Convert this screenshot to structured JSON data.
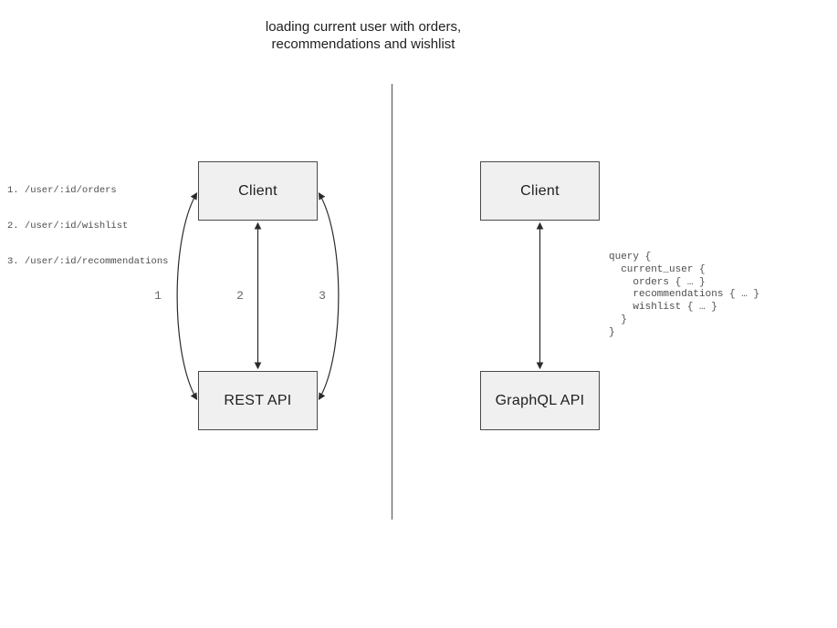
{
  "title": "loading current user with orders,\nrecommendations and wishlist",
  "rest_panel": {
    "client_label": "Client",
    "api_label": "REST API",
    "endpoints": [
      "1. /user/:id/orders",
      "2. /user/:id/wishlist",
      "3. /user/:id/recommendations"
    ],
    "arrow_labels": [
      "1",
      "2",
      "3"
    ]
  },
  "graphql_panel": {
    "client_label": "Client",
    "api_label": "GraphQL API",
    "query": "query {\n  current_user {\n    orders { … }\n    recommendations { … }\n    wishlist { … }\n  }\n}"
  },
  "colors": {
    "box_fill": "#f0f0f0",
    "box_border": "#4a4a4a",
    "arrow": "#2b2b2b",
    "divider": "#6e6e6e",
    "code_text": "#4d4d4d",
    "arrow_label_text": "#666666",
    "title_text": "#1f1f1f"
  }
}
